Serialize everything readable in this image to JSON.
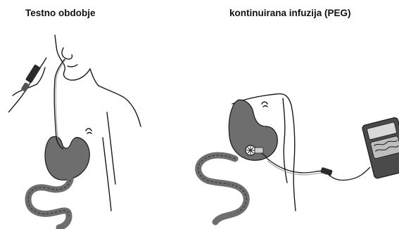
{
  "panels": {
    "left": {
      "title": "Testno obdobje"
    },
    "right": {
      "title": "kontinuirana infuzija (PEG)"
    }
  },
  "colors": {
    "organ_fill": "#6e6e6e",
    "outline": "#1a1a1a",
    "tube": "#9a9a9a",
    "pump_body": "#4a4a4a",
    "pump_screen": "#d9d9d9"
  },
  "icons": {
    "left_figure": "torso-with-nasogastric-tube",
    "right_figure": "torso-with-peg-tube-and-pump"
  }
}
